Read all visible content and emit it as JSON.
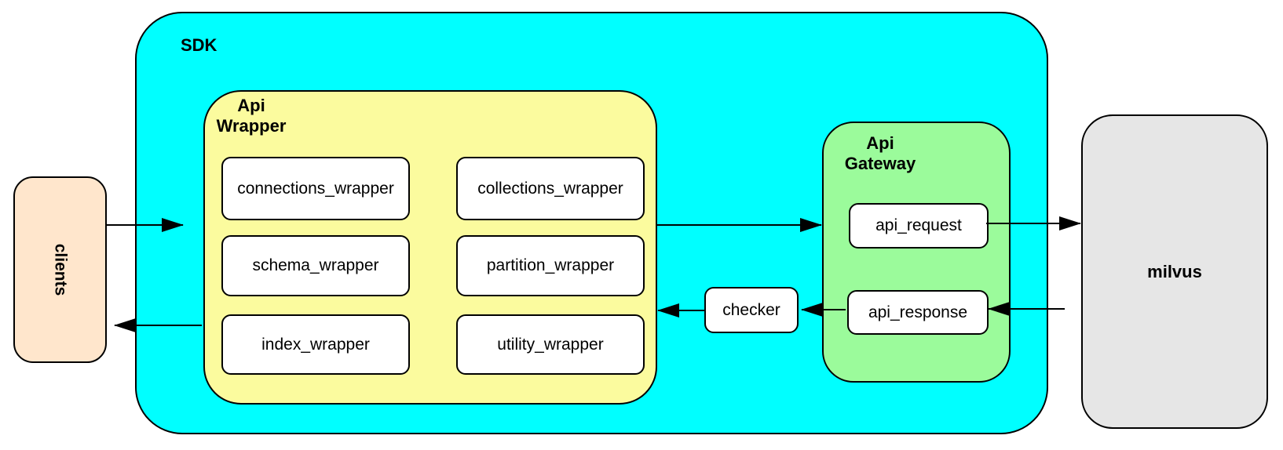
{
  "diagram": {
    "clients": {
      "label": "clients",
      "fill": "#FFE6CC"
    },
    "sdk": {
      "label": "SDK",
      "fill": "#00FFFF"
    },
    "api_wrapper": {
      "label": "Api\nWrapper",
      "fill": "#FBFB9E",
      "modules": [
        "connections_wrapper",
        "collections_wrapper",
        "schema_wrapper",
        "partition_wrapper",
        "index_wrapper",
        "utility_wrapper"
      ]
    },
    "checker": {
      "label": "checker",
      "fill": "#FFFFFF"
    },
    "api_gateway": {
      "label": "Api\nGateway",
      "fill": "#9BFB9B",
      "modules": [
        "api_request",
        "api_response"
      ]
    },
    "milvus": {
      "label": "milvus",
      "fill": "#E6E6E6"
    },
    "edges": [
      {
        "from": "clients",
        "to": "sdk"
      },
      {
        "from": "api_wrapper",
        "to": "clients"
      },
      {
        "from": "api_wrapper",
        "to": "api_gateway"
      },
      {
        "from": "api_request",
        "to": "milvus"
      },
      {
        "from": "milvus",
        "to": "api_response"
      },
      {
        "from": "api_response",
        "to": "checker"
      },
      {
        "from": "checker",
        "to": "api_wrapper"
      }
    ],
    "border_color": "#000000"
  }
}
